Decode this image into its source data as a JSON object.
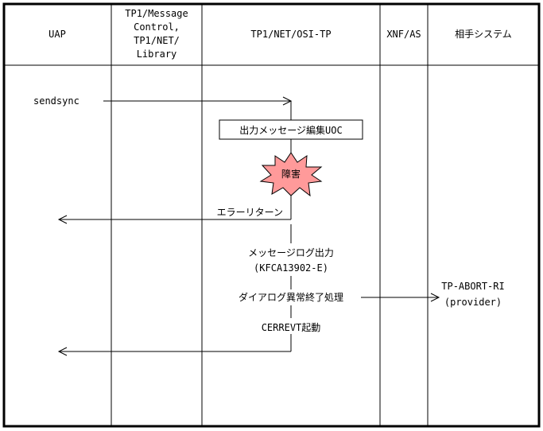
{
  "headers": {
    "uap": "UAP",
    "tp1_mc_line1": "TP1/Message",
    "tp1_mc_line2": "Control,",
    "tp1_mc_line3": "TP1/NET/",
    "tp1_mc_line4": "Library",
    "osi_tp": "TP1/NET/OSI-TP",
    "xnf": "XNF/AS",
    "partner": "相手システム"
  },
  "steps": {
    "sendsync": "sendsync",
    "uoc_box": "出力メッセージ編集UOC",
    "fault": "障害",
    "error_return": "エラーリターン",
    "msglog_line1": "メッセージログ出力",
    "msglog_line2": "(KFCA13902-E)",
    "dialog_abort": "ダイアログ異常終了処理",
    "cerrevt": "CERREVT起動",
    "tp_abort_line1": "TP-ABORT-RI",
    "tp_abort_line2": "(provider)"
  },
  "colors": {
    "burst_fill": "#ff9a9a",
    "line": "#000000",
    "background": "#ffffff"
  }
}
